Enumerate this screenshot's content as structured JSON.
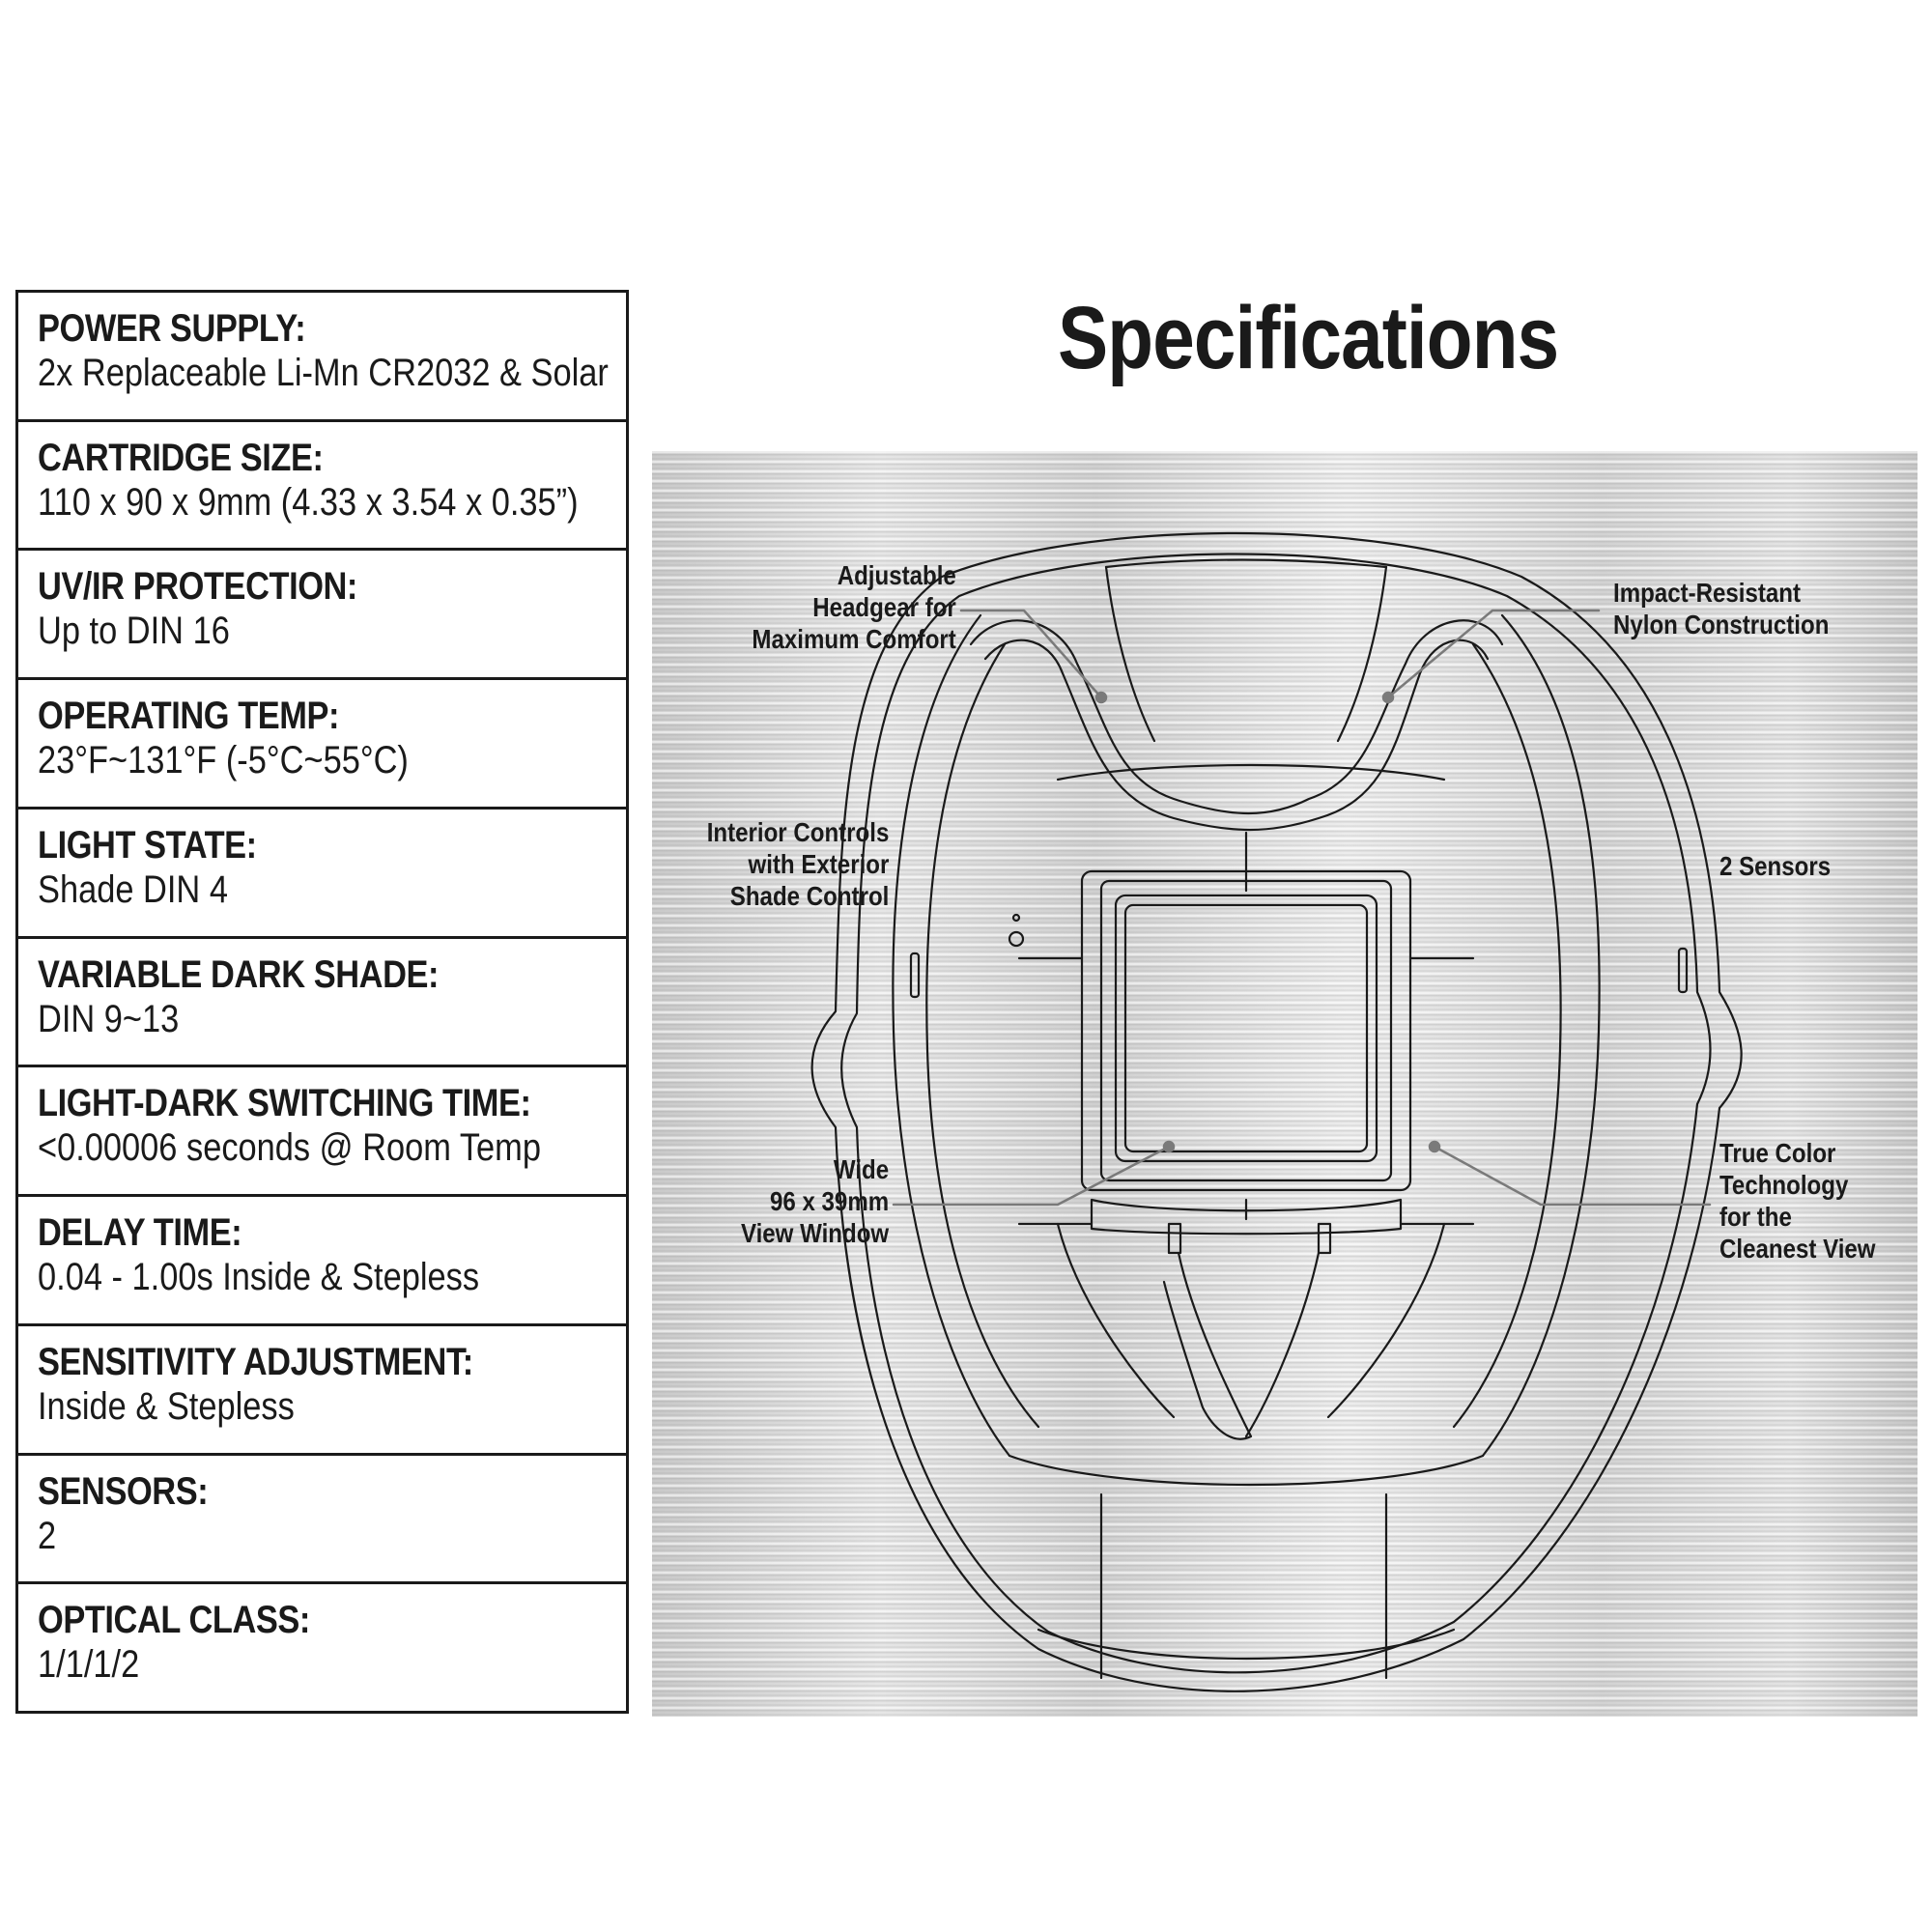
{
  "title": "Specifications",
  "specs": [
    {
      "label": "POWER SUPPLY:",
      "value": "2x Replaceable Li-Mn CR2032 & Solar"
    },
    {
      "label": "CARTRIDGE SIZE:",
      "value": "110 x 90 x 9mm (4.33 x 3.54 x 0.35”)"
    },
    {
      "label": "UV/IR PROTECTION:",
      "value": "Up to DIN 16"
    },
    {
      "label": "OPERATING TEMP:",
      "value": "23°F~131°F (-5°C~55°C)"
    },
    {
      "label": "LIGHT STATE:",
      "value": "Shade DIN 4"
    },
    {
      "label": "VARIABLE DARK SHADE:",
      "value": "DIN 9~13"
    },
    {
      "label": "LIGHT-DARK SWITCHING TIME:",
      "value": "<0.00006 seconds @ Room Temp"
    },
    {
      "label": "DELAY TIME:",
      "value": "0.04 - 1.00s Inside & Stepless"
    },
    {
      "label": "SENSITIVITY ADJUSTMENT:",
      "value": "Inside & Stepless"
    },
    {
      "label": "SENSORS:",
      "value": "2"
    },
    {
      "label": "OPTICAL CLASS:",
      "value": "1/1/1/2"
    }
  ],
  "callouts": {
    "headgear": "Adjustable\nHeadgear for\nMaximum Comfort",
    "nylon": "Impact-Resistant\nNylon Construction",
    "controls": "Interior Controls\nwith Exterior\nShade Control",
    "sensors": "2 Sensors",
    "window": "Wide\n96 x 39mm\nView Window",
    "true_color": "True Color\nTechnology\nfor the\nCleanest View"
  },
  "colors": {
    "ink": "#1a1a1a",
    "panel": "#d8d8d8",
    "leader": "#7a7a7a"
  }
}
